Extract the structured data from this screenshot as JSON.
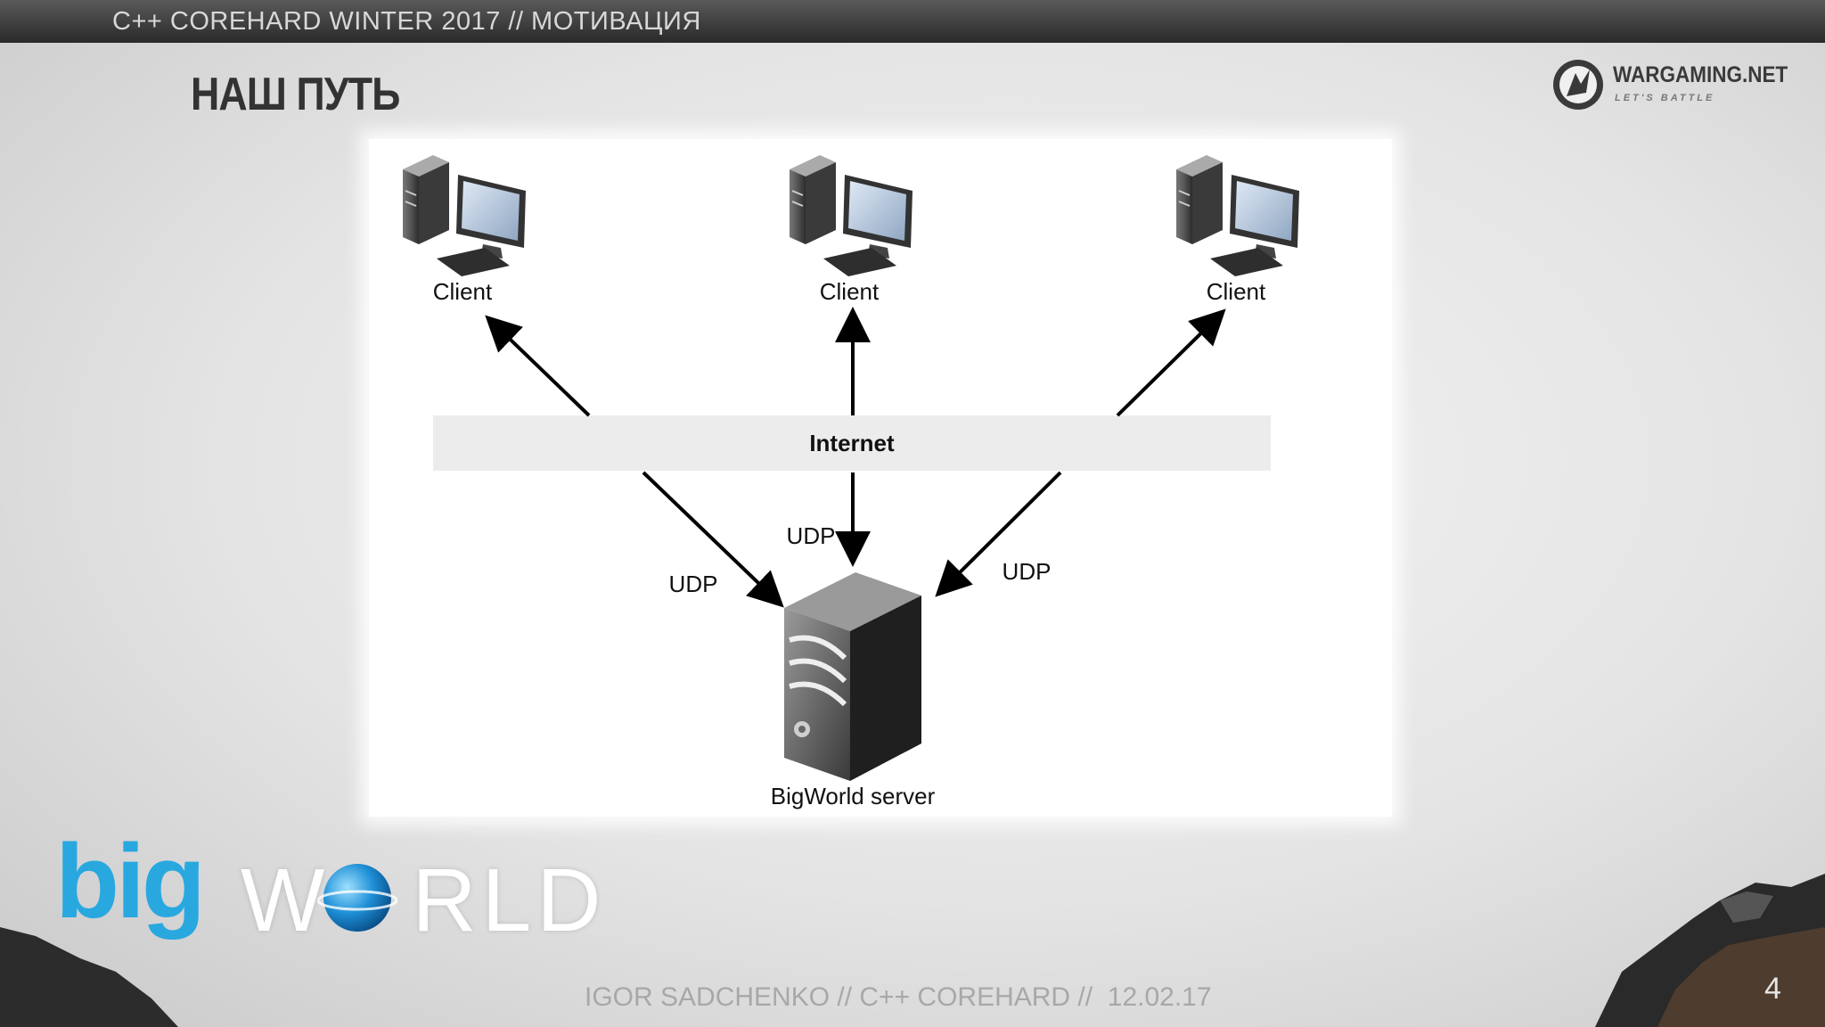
{
  "header": {
    "title": "C++ COREHARD WINTER 2017 // МОТИВАЦИЯ"
  },
  "slide": {
    "title": "НАШ ПУТЬ"
  },
  "brand": {
    "name": "WARGAMING.NET",
    "tagline": "LET'S BATTLE"
  },
  "diagram": {
    "clients": [
      {
        "label": "Client"
      },
      {
        "label": "Client"
      },
      {
        "label": "Client"
      }
    ],
    "network": {
      "label": "Internet"
    },
    "protocols": [
      {
        "label": "UDP"
      },
      {
        "label": "UDP"
      },
      {
        "label": "UDP"
      }
    ],
    "server": {
      "label": "BigWorld server"
    }
  },
  "logo": {
    "part1": "big",
    "part2": "W",
    "part3": "RLD"
  },
  "footer": {
    "text": "IGOR SADCHENKO // C++ COREHARD //  12.02.17"
  },
  "page": {
    "number": "4"
  },
  "colors": {
    "accent": "#29a8e0",
    "topbar": "#3a3a3a",
    "band": "#eeeeee"
  }
}
